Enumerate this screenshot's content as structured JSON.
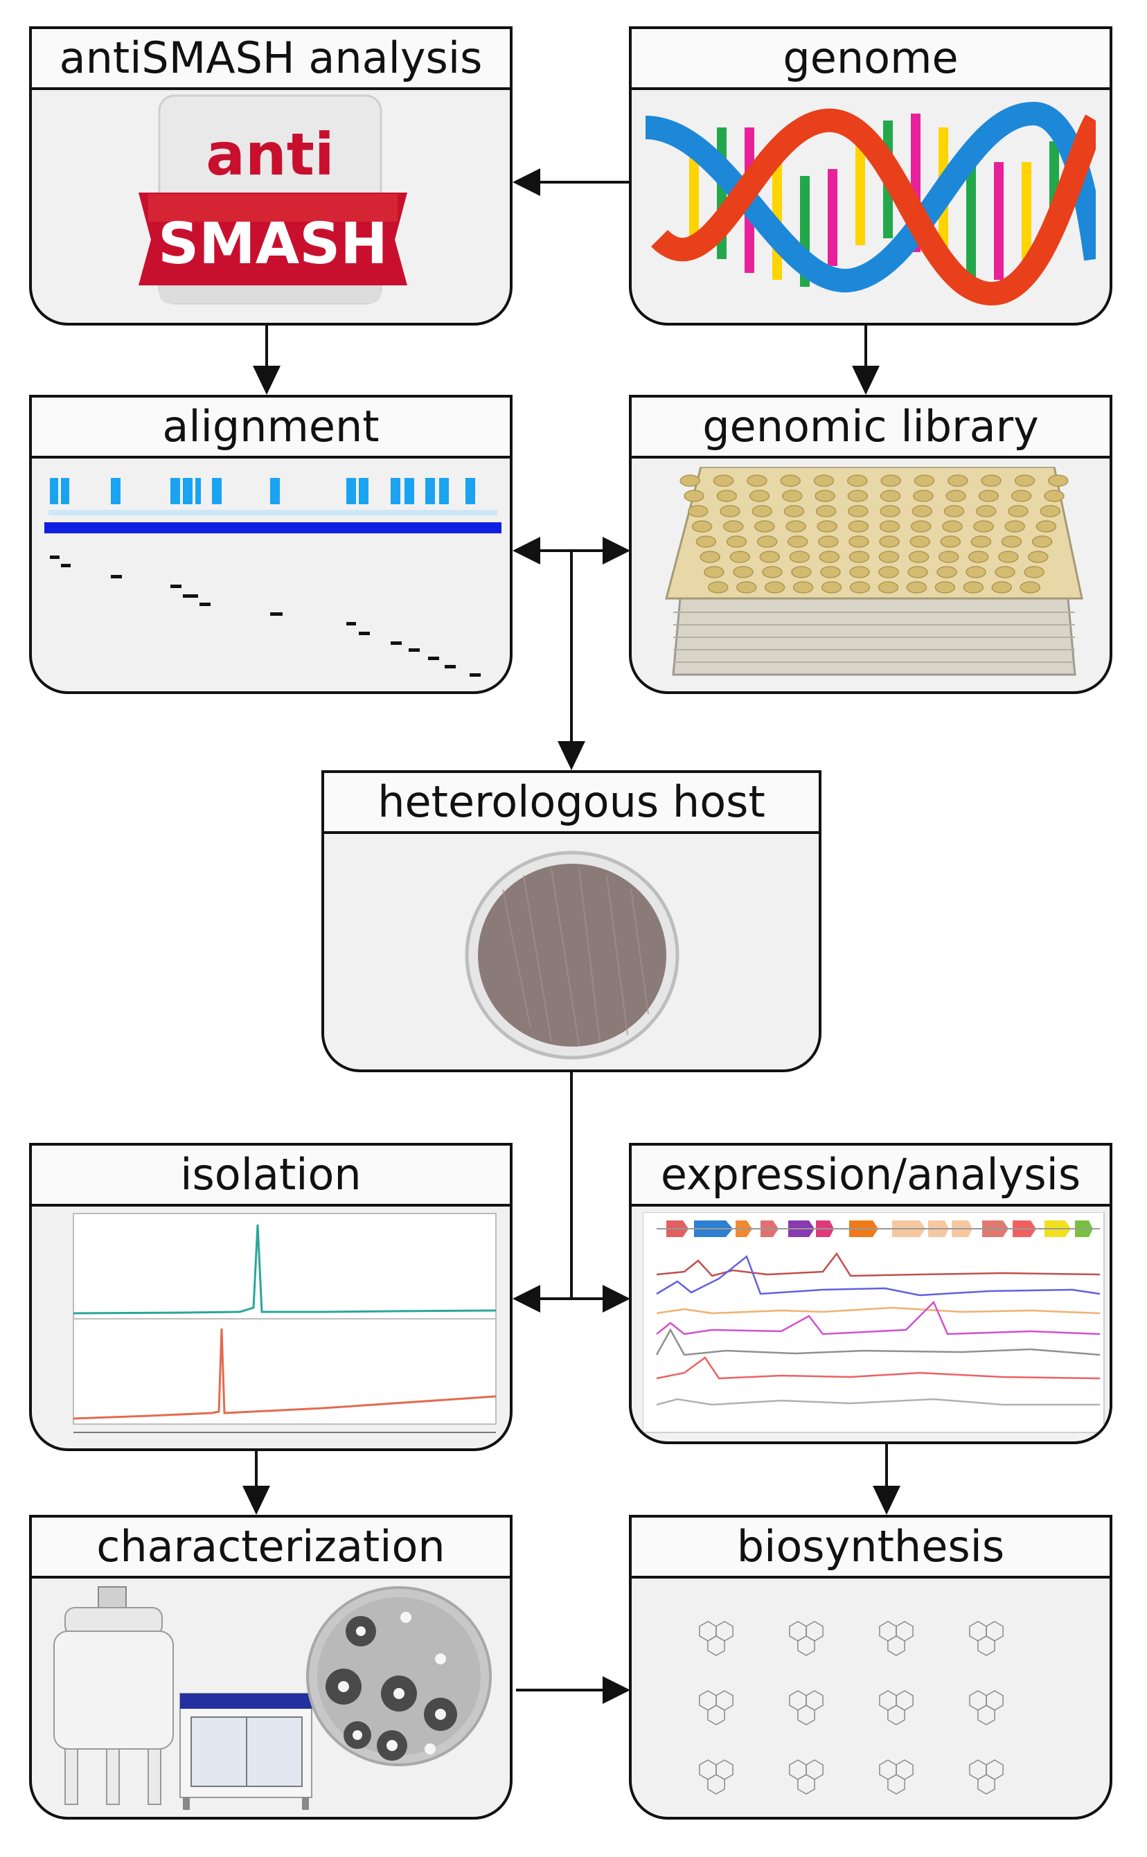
{
  "boxes": {
    "antismash": {
      "title": "antiSMASH analysis",
      "logo_top": "anti",
      "logo_bottom": "SMASH"
    },
    "genome": {
      "title": "genome"
    },
    "alignment": {
      "title": "alignment"
    },
    "genomic_library": {
      "title": "genomic library"
    },
    "heterologous_host": {
      "title": "heterologous host"
    },
    "isolation": {
      "title": "isolation"
    },
    "expression": {
      "title": "expression/analysis"
    },
    "characterization": {
      "title": "characterization"
    },
    "biosynthesis": {
      "title": "biosynthesis"
    }
  },
  "colors": {
    "logo_red": "#c8102e",
    "dna_blue": "#1e88d8",
    "dna_red": "#e8401a",
    "align_blue": "#1aa3f0",
    "align_bar": "#1020e0"
  }
}
